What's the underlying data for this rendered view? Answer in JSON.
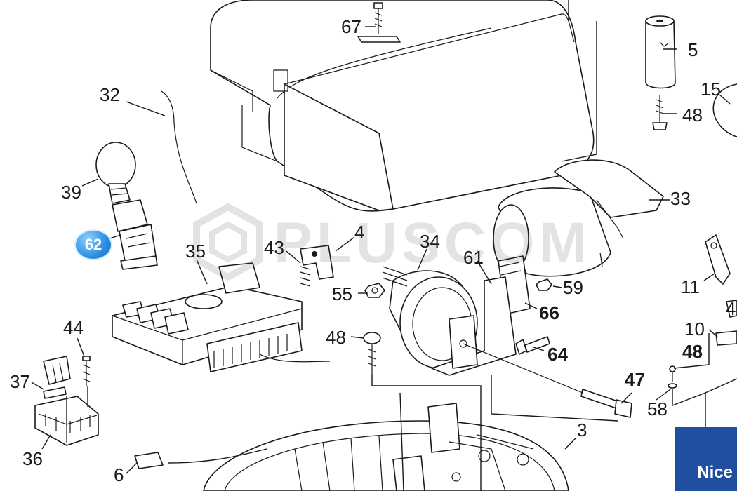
{
  "diagram": {
    "callouts": {
      "c67": "67",
      "c5": "5",
      "c15": "15",
      "c48a": "48",
      "c32": "32",
      "c39": "39",
      "c62": "62",
      "c33": "33",
      "c4": "4",
      "c43": "43",
      "c34": "34",
      "c35": "35",
      "c61": "61",
      "c55": "55",
      "c59": "59",
      "c66": "66",
      "c11": "11",
      "c4b": "4",
      "c44": "44",
      "c48b": "48",
      "c64": "64",
      "c10": "10",
      "c48c": "48",
      "c37": "37",
      "c47": "47",
      "c58": "58",
      "c36": "36",
      "c3": "3",
      "c6": "6"
    },
    "watermark": "PLUSCOM",
    "brand": "Nice",
    "colors": {
      "badge": "#2a8ee0",
      "brand_bg": "#1f4f9e",
      "line": "#1a1a1a"
    }
  }
}
